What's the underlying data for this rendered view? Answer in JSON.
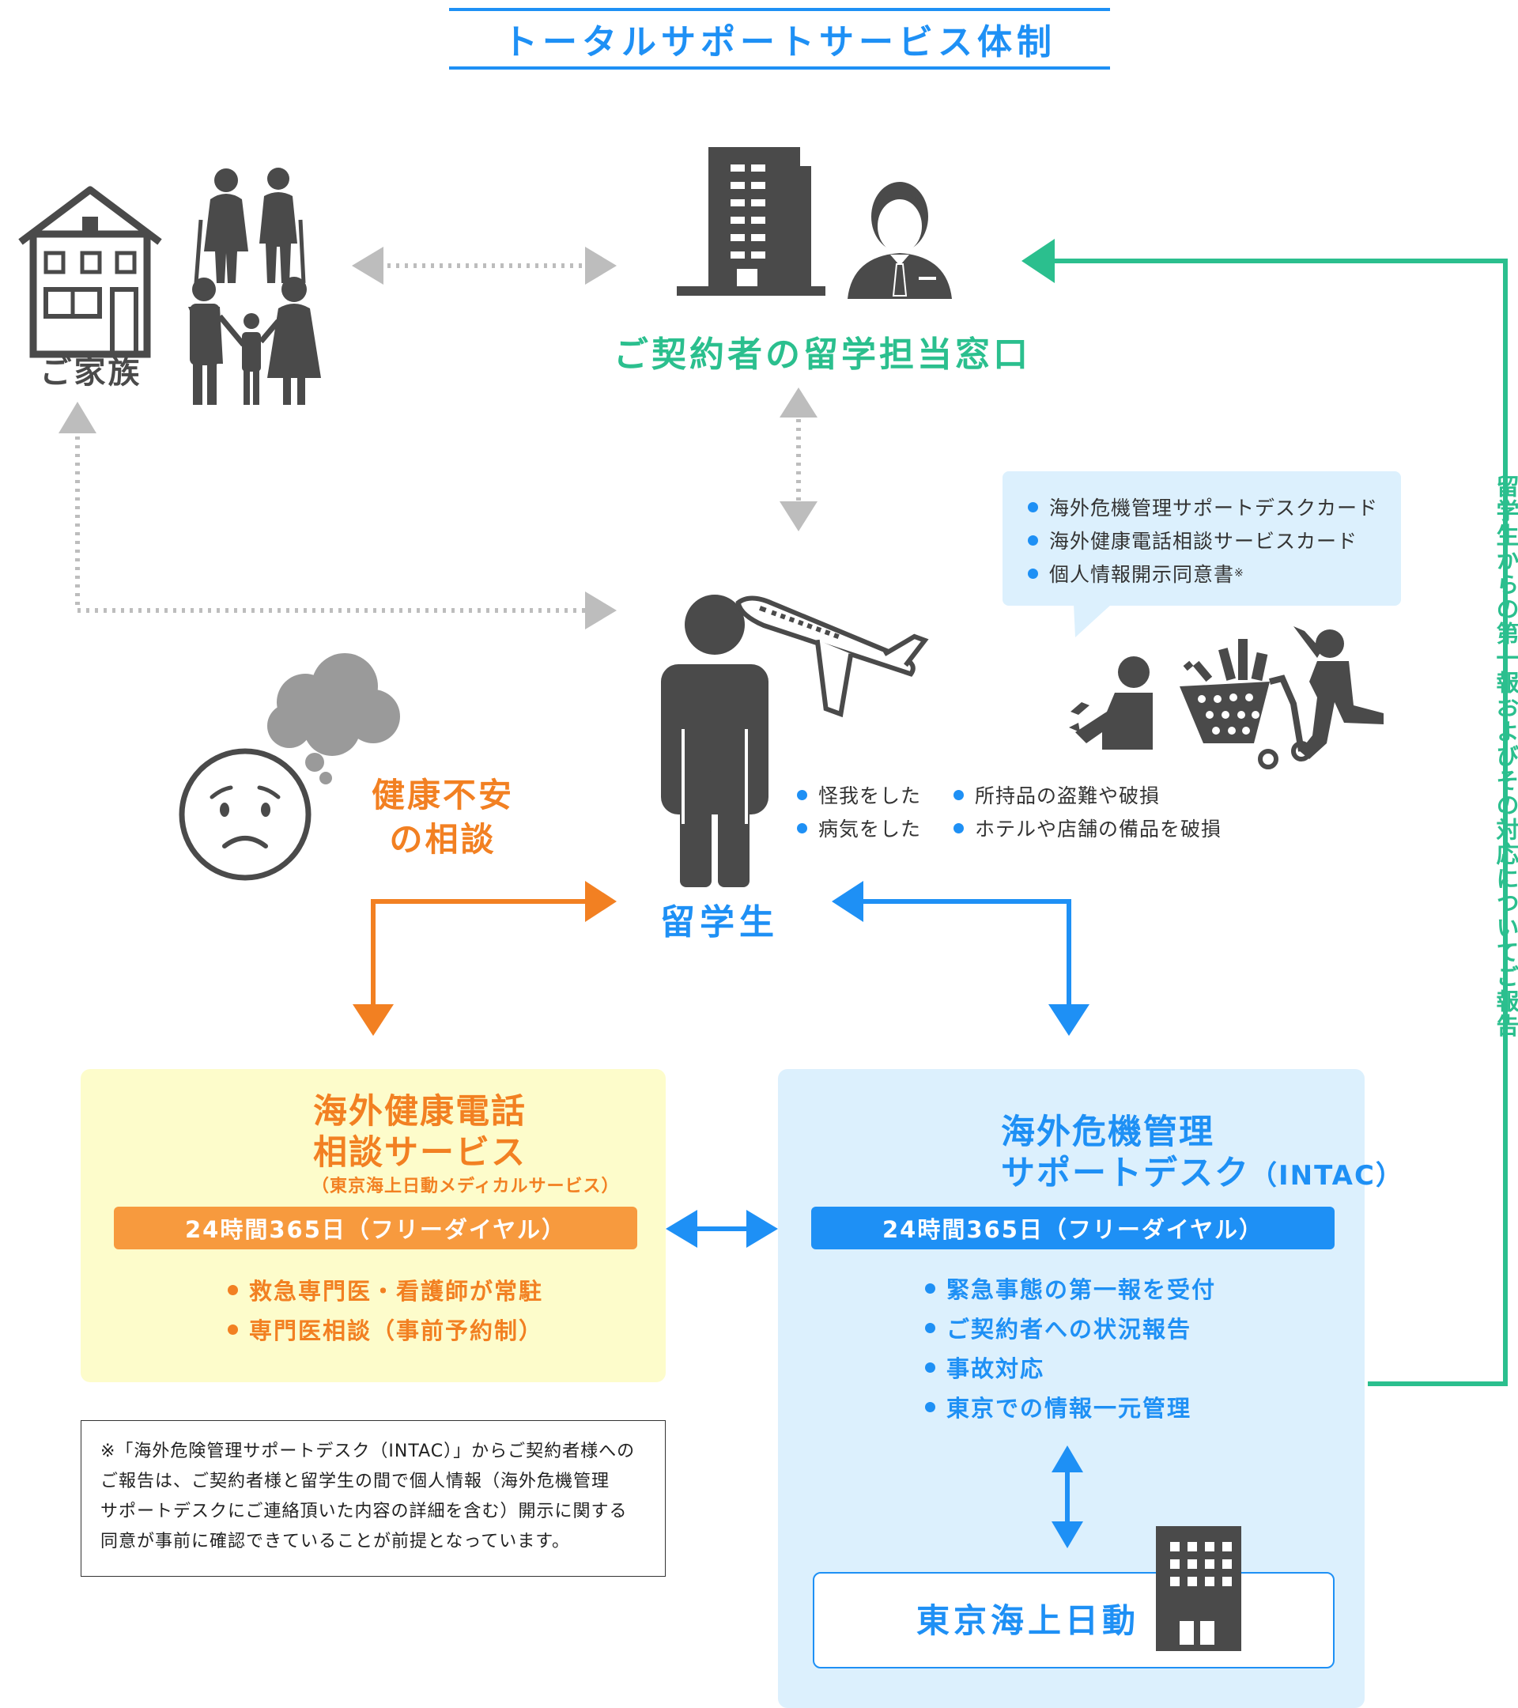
{
  "title": "トータルサポートサービス体制",
  "family": {
    "label": "ご家族"
  },
  "contract": {
    "label": "ご契約者の留学担当窓口"
  },
  "student": {
    "label": "留学生"
  },
  "health_worry": {
    "line1": "健康不安",
    "line2": "の相談"
  },
  "documents": [
    "海外危機管理サポートデスクカード",
    "海外健康電話相談サービスカード",
    "個人情報開示同意書"
  ],
  "documents_mark": "※",
  "issues": [
    [
      "怪我をした",
      "所持品の盗難や破損"
    ],
    [
      "病気をした",
      "ホテルや店舗の備品を破損"
    ]
  ],
  "vertical_note": "留学生からの第一報およびその対応についてご報告",
  "health_service": {
    "title_line1": "海外健康電話",
    "title_line2": "相談サービス",
    "subtitle": "（東京海上日動メディカルサービス）",
    "hours": "24時間365日（フリーダイヤル）",
    "features": [
      "救急専門医・看護師が常駐",
      "専門医相談（事前予約制）"
    ]
  },
  "intac": {
    "title_line1": "海外危機管理",
    "title_line2": "サポートデスク",
    "title_suffix": "（INTAC）",
    "hours": "24時間365日（フリーダイヤル）",
    "features": [
      "緊急事態の第一報を受付",
      "ご契約者への状況報告",
      "事故対応",
      "東京での情報一元管理"
    ]
  },
  "tokio_marine": {
    "label": "東京海上日動"
  },
  "note": {
    "lines": [
      "※「海外危険管理サポートデスク（INTAC）」からご契約者様への",
      "ご報告は、ご契約者様と留学生の間で個人情報（海外危機管理",
      "サポートデスクにご連絡頂いた内容の詳細を含む）開示に関する",
      "同意が事前に確認できていることが前提となっています。"
    ]
  },
  "colors": {
    "blue": "#1e90f5",
    "green": "#2bbf8e",
    "orange": "#f28022",
    "gray_icon": "#4a4a4a",
    "gray_arrow": "#bdbdbd",
    "health_bg": "#fdfccb",
    "intac_bg": "#dcf0fd"
  },
  "icons": [
    "house-icon",
    "elderly-couple-icon",
    "family-icon",
    "office-building-icon",
    "businessman-icon",
    "student-person-icon",
    "airplane-icon",
    "worried-face-icon",
    "thought-cloud-icon",
    "injured-person-icon",
    "shopping-cart-icon",
    "falling-person-icon",
    "operator-headset-icon",
    "small-building-icon"
  ]
}
